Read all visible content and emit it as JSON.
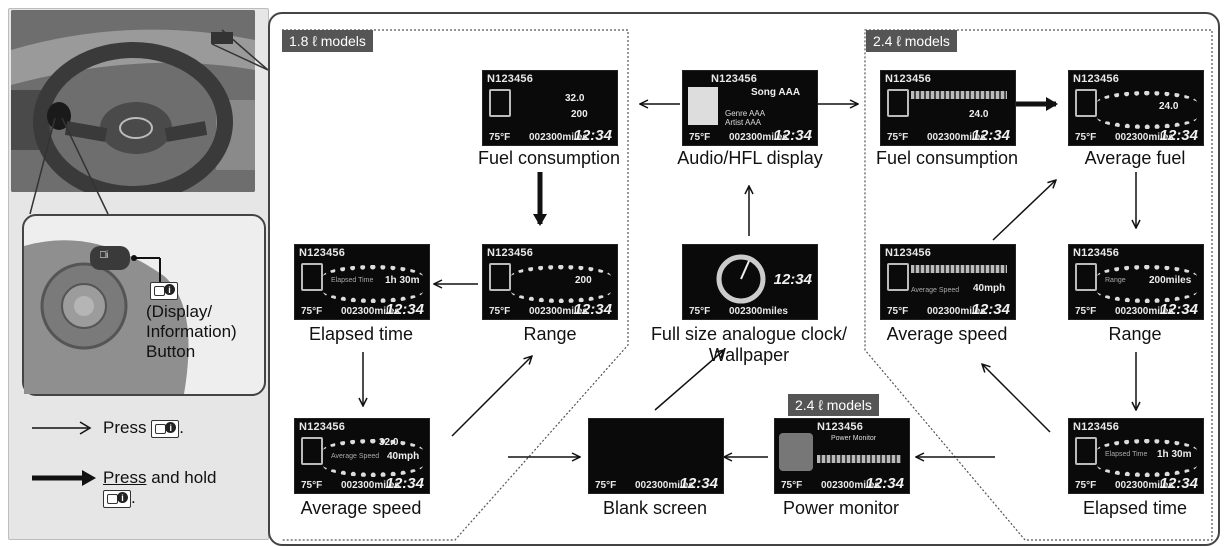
{
  "left": {
    "button_caption": [
      "(Display/",
      "Information)",
      "Button"
    ],
    "legend_press": "Press",
    "legend_press_dot": ".",
    "legend_hold_1": "Press",
    "legend_hold_2": "and hold",
    "legend_hold_dot": "."
  },
  "tags": {
    "models_18": "1.8 ℓ models",
    "models_24": "2.4 ℓ models",
    "models_24_power": "2.4 ℓ models"
  },
  "labels": {
    "fuel_18": "Fuel consumption",
    "audio": "Audio/HFL display",
    "fuel_24": "Fuel consumption",
    "avgfuel_24": "Average fuel",
    "elapsed_18": "Elapsed time",
    "range_18": "Range",
    "clock_1": "Full size analogue clock/",
    "clock_2": "Wallpaper",
    "avgspeed_24": "Average speed",
    "range_24": "Range",
    "avgspeed_18": "Average speed",
    "blank": "Blank screen",
    "power": "Power monitor",
    "elapsed_24": "Elapsed time"
  },
  "screen": {
    "odometer": "N123456",
    "temp": "75°F",
    "trip": "002300miles",
    "time": "12:34",
    "song": "Song AAA",
    "genre": "Genre AAA",
    "artist": "Artist AAA",
    "v_32": "32.0",
    "v_200": "200",
    "v_200mi": "200miles",
    "v_24": "24.0",
    "v_40": "40mph",
    "v_1h30": "1h 30m",
    "l_elapsed": "Elapsed Time",
    "l_avgspeed": "Average Speed",
    "l_range": "Range",
    "power_title": "Power Monitor"
  }
}
